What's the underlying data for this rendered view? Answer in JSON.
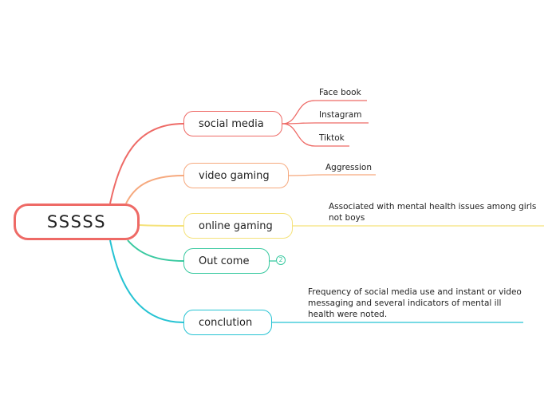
{
  "colors": {
    "root": "#ee6a66",
    "social": "#ee6a66",
    "video": "#f6a97e",
    "online": "#f5e27a",
    "outcome": "#39c9a0",
    "conclusion": "#26c3d3"
  },
  "root": {
    "label": "SSSSS"
  },
  "branches": {
    "social_media": {
      "label": "social media",
      "children": [
        "Face book",
        "Instagram",
        "Tiktok"
      ]
    },
    "video_gaming": {
      "label": "video gaming",
      "children": [
        "Aggression"
      ]
    },
    "online_gaming": {
      "label": "online gaming",
      "children": [
        "Associated with mental health issues among girls not boys"
      ]
    },
    "outcome": {
      "label": "Out come",
      "collapsed_count": "2"
    },
    "conclusion": {
      "label": "conclution",
      "children": [
        "Frequency of social media use and instant or video messaging and several indicators of mental ill health were noted."
      ]
    }
  }
}
